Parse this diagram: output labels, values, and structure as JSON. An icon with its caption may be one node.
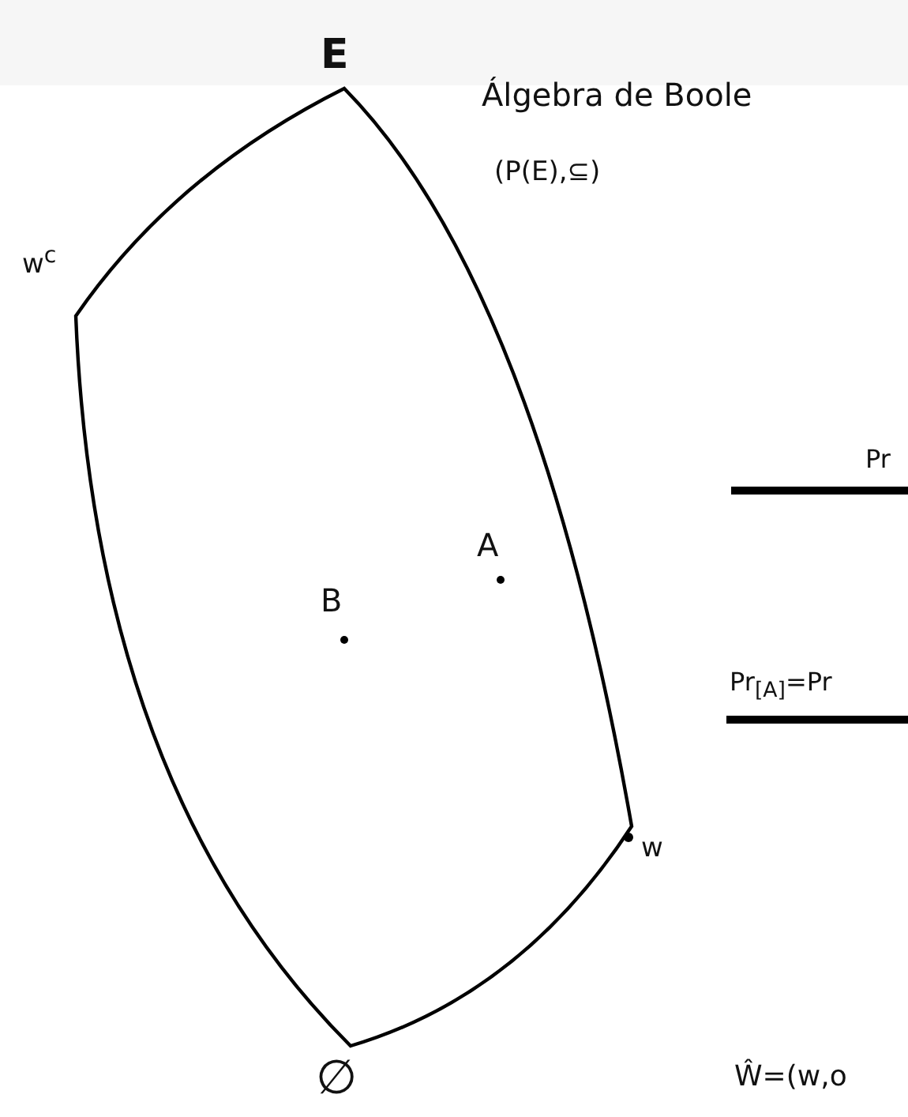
{
  "diagram": {
    "labels": [
      "E",
      "Álgebra de Boole",
      "(P(E),⊆)",
      "w$^{c}$",
      "Pr",
      "A",
      "B",
      "Pr$_{[A]}$=Pr",
      "w",
      "∅",
      "Ŵ=(w,o"
    ]
  }
}
